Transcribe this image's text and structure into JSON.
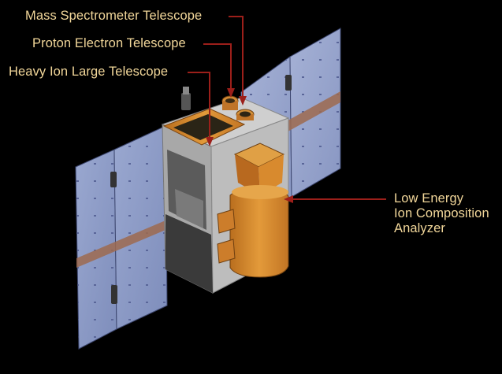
{
  "labels": {
    "mass_spectrometer": "Mass Spectrometer Telescope",
    "proton_electron": "Proton Electron Telescope",
    "heavy_ion": "Heavy Ion Large Telescope",
    "low_energy": [
      "Low Energy",
      "Ion Composition",
      "Analyzer"
    ]
  },
  "colors": {
    "background": "#000000",
    "label_text": "#f2d79a",
    "leader_line": "#9c1f1a",
    "solar_panel": "#8f9fc8",
    "instrument": "#d58a2c",
    "body": "#b4b4b4"
  }
}
